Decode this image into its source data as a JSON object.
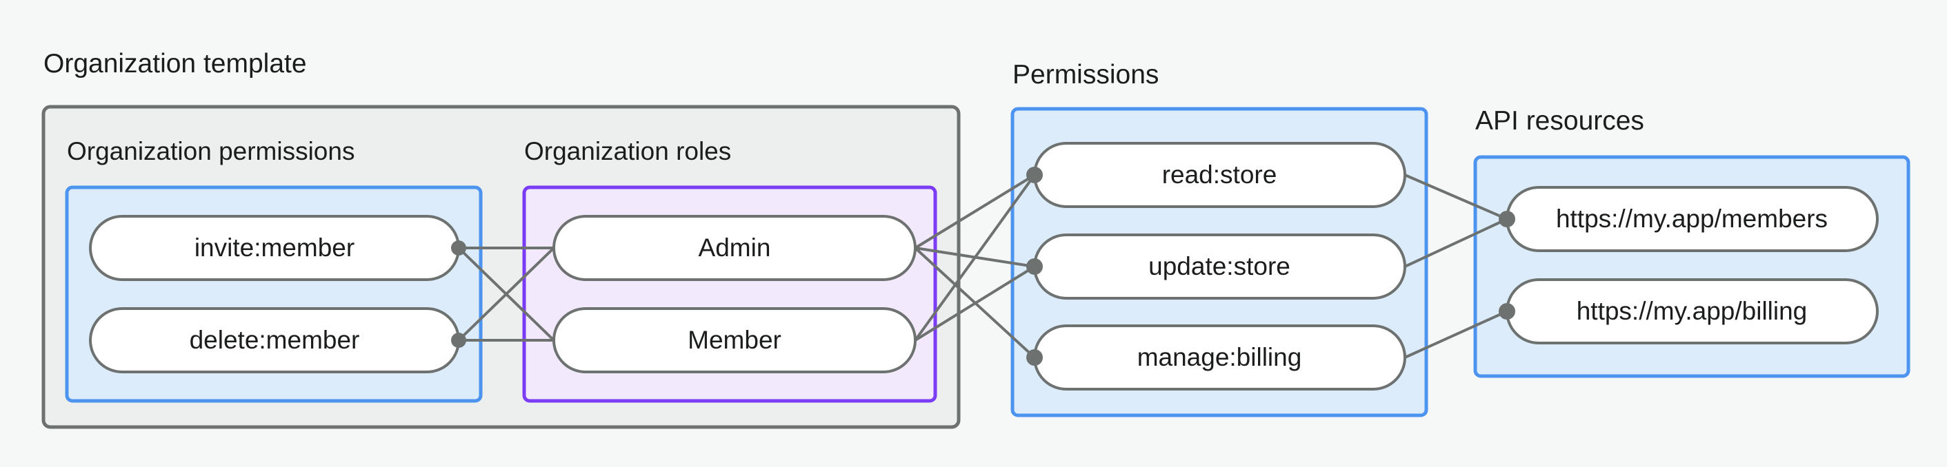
{
  "diagram": {
    "title_groups": {
      "org_template": "Organization template",
      "permissions": "Permissions",
      "api_resources": "API resources"
    },
    "subgroups": {
      "org_permissions": "Organization permissions",
      "org_roles": "Organization roles"
    },
    "colors": {
      "page_background": "#f6f8f8",
      "group_fill": "#ecefee",
      "group_stroke": "#6d7270",
      "blue_panel_fill": "#dcecfb",
      "blue_panel_stroke": "#4d93f0",
      "purple_panel_fill": "#f2e9fc",
      "purple_panel_stroke": "#7b3cf5",
      "node_fill": "#ffffff",
      "node_stroke": "#6d7270",
      "edge_stroke": "#6d7270",
      "text": "#1b1d1c"
    },
    "nodes": {
      "org_permissions": [
        {
          "id": "invite-member",
          "label": "invite:member"
        },
        {
          "id": "delete-member",
          "label": "delete:member"
        }
      ],
      "org_roles": [
        {
          "id": "admin",
          "label": "Admin"
        },
        {
          "id": "member",
          "label": "Member"
        }
      ],
      "permissions": [
        {
          "id": "read-store",
          "label": "read:store"
        },
        {
          "id": "update-store",
          "label": "update:store"
        },
        {
          "id": "manage-billing",
          "label": "manage:billing"
        }
      ],
      "api_resources": [
        {
          "id": "members-url",
          "label": "https://my.app/members"
        },
        {
          "id": "billing-url",
          "label": "https://my.app/billing"
        }
      ]
    },
    "edges": [
      {
        "from": "invite-member",
        "to": "admin"
      },
      {
        "from": "invite-member",
        "to": "member"
      },
      {
        "from": "delete-member",
        "to": "admin"
      },
      {
        "from": "delete-member",
        "to": "member"
      },
      {
        "from": "admin",
        "to": "read-store"
      },
      {
        "from": "admin",
        "to": "update-store"
      },
      {
        "from": "admin",
        "to": "manage-billing"
      },
      {
        "from": "member",
        "to": "read-store"
      },
      {
        "from": "member",
        "to": "update-store"
      },
      {
        "from": "read-store",
        "to": "members-url"
      },
      {
        "from": "update-store",
        "to": "members-url"
      },
      {
        "from": "manage-billing",
        "to": "billing-url"
      }
    ]
  }
}
